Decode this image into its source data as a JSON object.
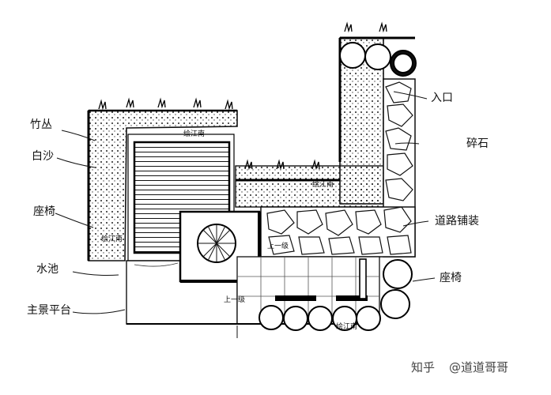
{
  "labels": {
    "bamboo": "竹丛",
    "kapok": "白沙",
    "bench_left": "座椅",
    "pond": "水池",
    "viewing_deck": "主景平台",
    "entrance": "入口",
    "gravel": "碎石",
    "road_paving": "道路铺装",
    "bench_right": "座椅"
  },
  "plan_text": {
    "shade1": "绘江南",
    "shade2": "绘江南",
    "shade3": "绘江南",
    "step1": "上一级",
    "step2": "上一级",
    "bench_tag": "绘江南"
  },
  "watermark": {
    "brand": "知乎",
    "handle": "@道道哥哥"
  }
}
